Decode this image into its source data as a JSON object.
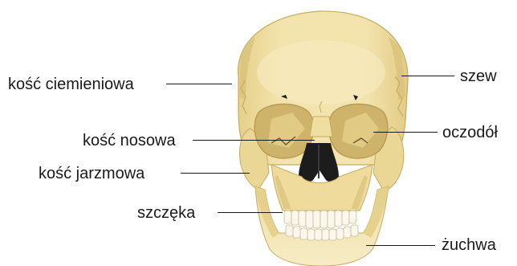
{
  "labels": {
    "parietal": "kość ciemieniowa",
    "nasal": "kość nosowa",
    "zygomatic": "kość jarzmowa",
    "maxilla": "szczęka",
    "suture": "szew",
    "orbit": "oczodół",
    "mandible": "żuchwa"
  },
  "colors": {
    "bone": "#f2e2a8",
    "bone_shadow": "#d8c27c",
    "bone_dark": "#c9ad62",
    "cavity": "#1c1c1c",
    "teeth": "#fbf7ec",
    "outline": "#b89a52",
    "text": "#1a1a1a"
  }
}
